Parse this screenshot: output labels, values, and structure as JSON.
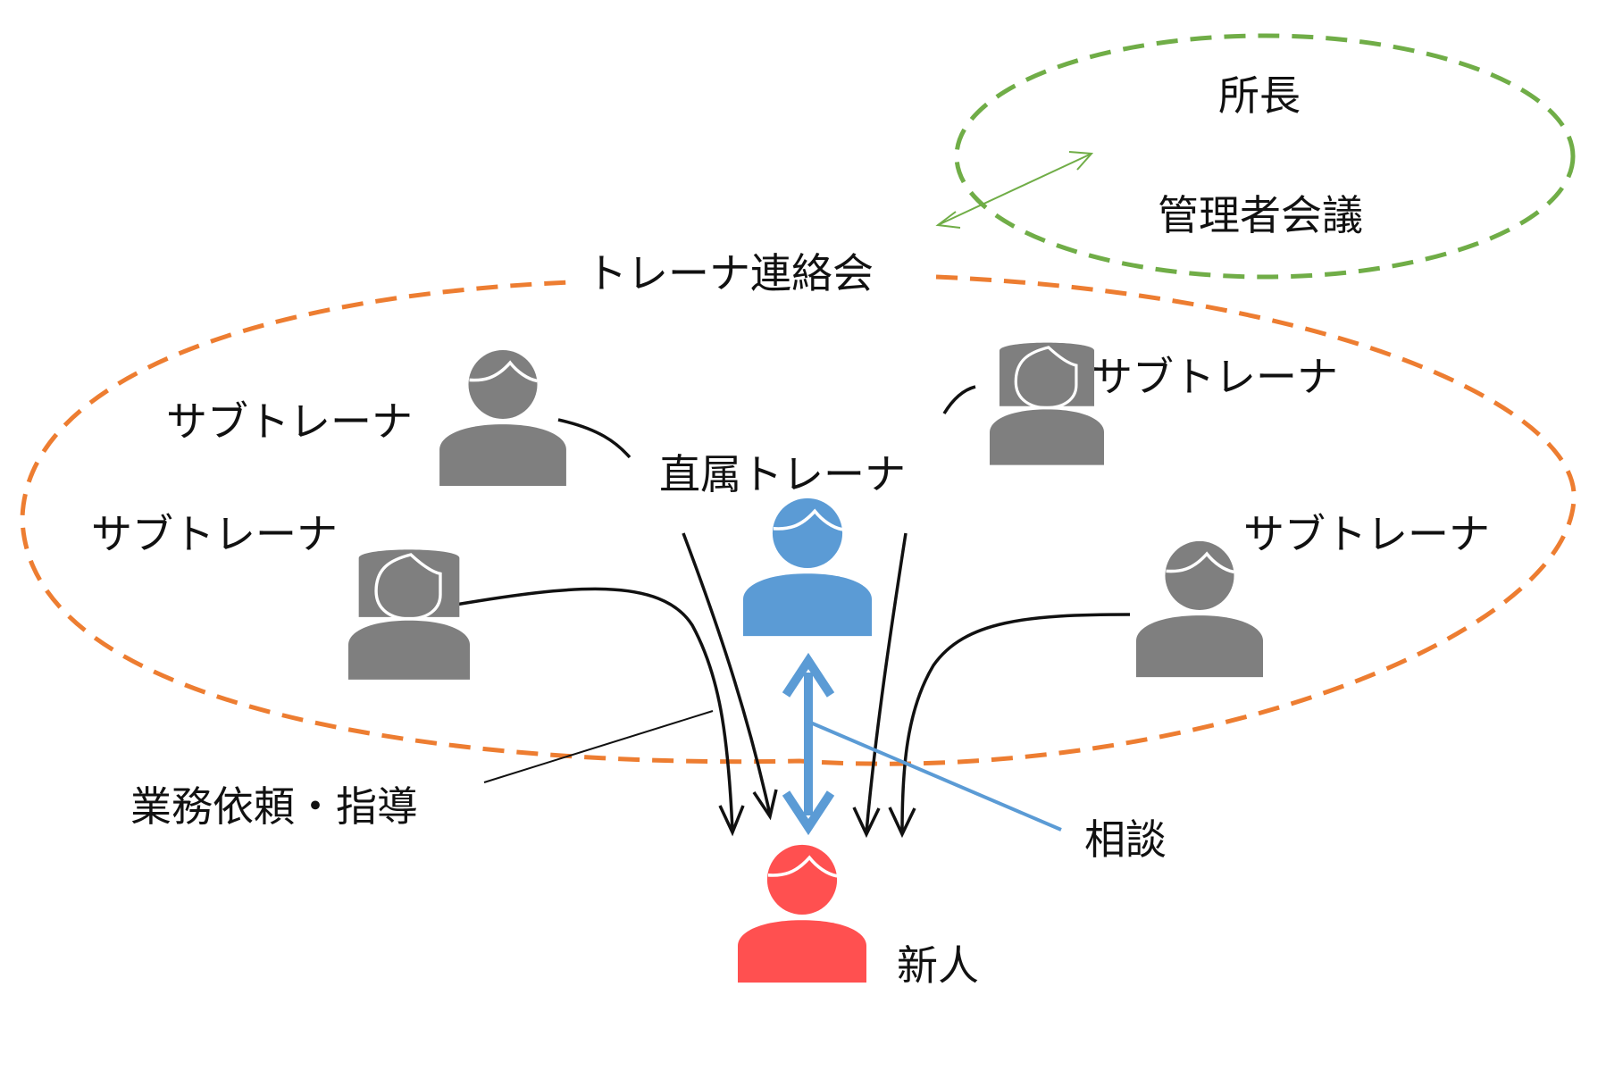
{
  "labels": {
    "director": "所長",
    "managers_meeting": "管理者会議",
    "trainer_liaison": "トレーナ連絡会",
    "sub_trainer_top_left": "サブトレーナ",
    "sub_trainer_top_right": "サブトレーナ",
    "direct_trainer": "直属トレーナ",
    "sub_trainer_mid_left": "サブトレーナ",
    "sub_trainer_mid_right": "サブトレーナ",
    "work_request_guidance": "業務依頼・指導",
    "consultation": "相談",
    "newcomer": "新人"
  },
  "colors": {
    "green_dashed": "#70ad47",
    "orange_dashed": "#ed7d31",
    "person_gray": "#7f7f7f",
    "person_blue": "#5b9bd5",
    "person_red": "#ff5050",
    "text": "#111111"
  },
  "icons": {
    "male_person": "male-person-icon",
    "female_person": "female-person-icon"
  }
}
